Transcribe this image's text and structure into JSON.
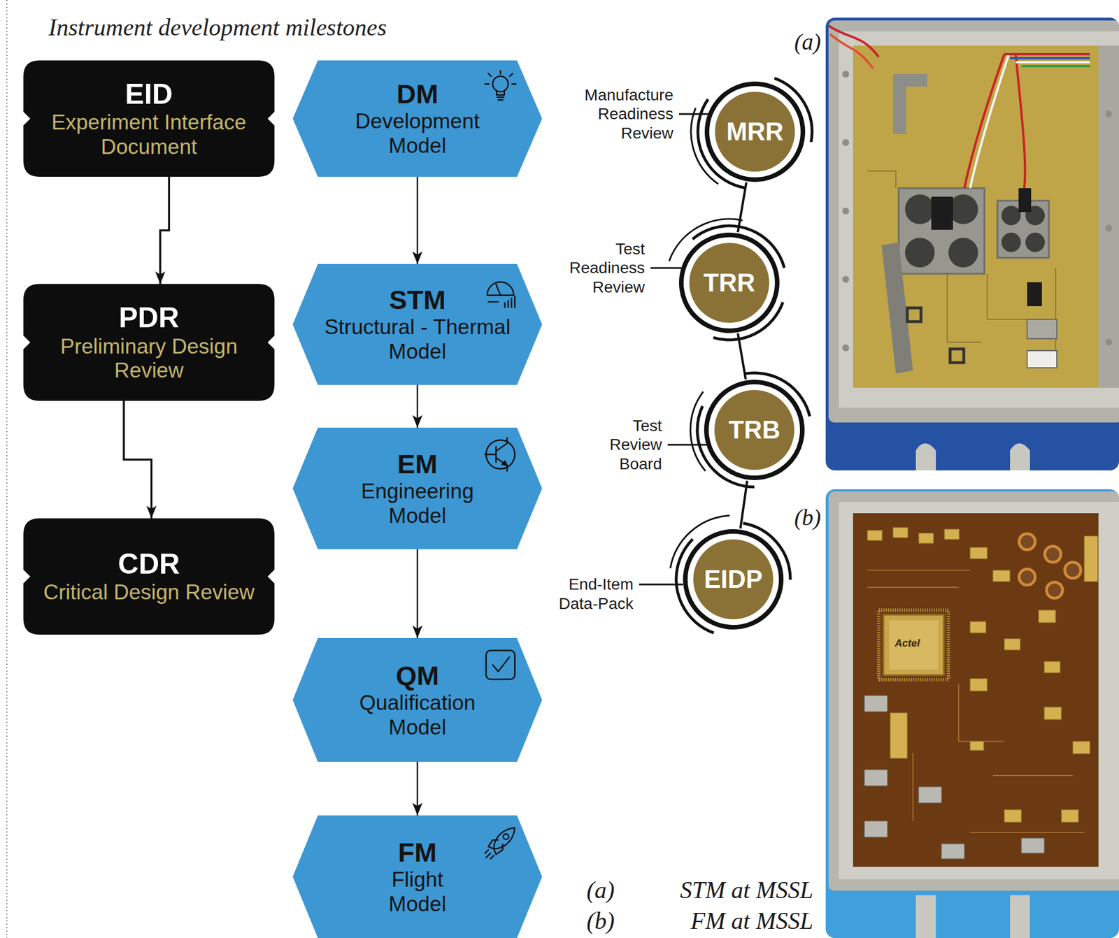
{
  "diagram": {
    "title": "Instrument development milestones",
    "nodes": [
      {
        "text": [
          "EID",
          "Experiment Interface Document"
        ]
      },
      {
        "text": [
          "PDR",
          "Preliminary Design Review"
        ]
      },
      {
        "text": [
          "CDR",
          "Critical Design Review"
        ]
      },
      {
        "text": [
          "DM",
          "Development Model"
        ]
      },
      {
        "text": [
          "STM",
          "Structural - Thermal Model"
        ]
      },
      {
        "text": [
          "EM",
          "Engineering Model"
        ]
      },
      {
        "text": [
          "QM",
          "Qualification Model"
        ]
      },
      {
        "text": [
          "FM",
          "Flight Model"
        ]
      },
      {
        "text": [
          "MRR"
        ]
      },
      {
        "text": [
          "TRR"
        ]
      },
      {
        "text": [
          "TRB"
        ]
      },
      {
        "text": [
          "EIDP"
        ]
      }
    ],
    "edges": [
      {
        "from": 0,
        "to": 1,
        "arrow": "to"
      },
      {
        "from": 1,
        "to": 2,
        "arrow": "to"
      },
      {
        "from": 3,
        "to": 4,
        "arrow": "to"
      },
      {
        "from": 4,
        "to": 5,
        "arrow": "to"
      },
      {
        "from": 5,
        "to": 6,
        "arrow": "to"
      },
      {
        "from": 6,
        "to": 7,
        "arrow": "to"
      },
      {
        "from": 8,
        "to": 9,
        "arrow": "none"
      },
      {
        "from": 9,
        "to": 10,
        "arrow": "none"
      },
      {
        "from": 10,
        "to": 11,
        "arrow": "none"
      }
    ],
    "labels": [
      "Manufacture Readiness Review",
      "Test Readiness Review",
      "Test Review Board",
      "End-Item Data-Pack",
      "(a)",
      "(b)",
      "(a)",
      "STM at MSSL",
      "(b)",
      "FM at MSSL",
      "Actel"
    ]
  }
}
